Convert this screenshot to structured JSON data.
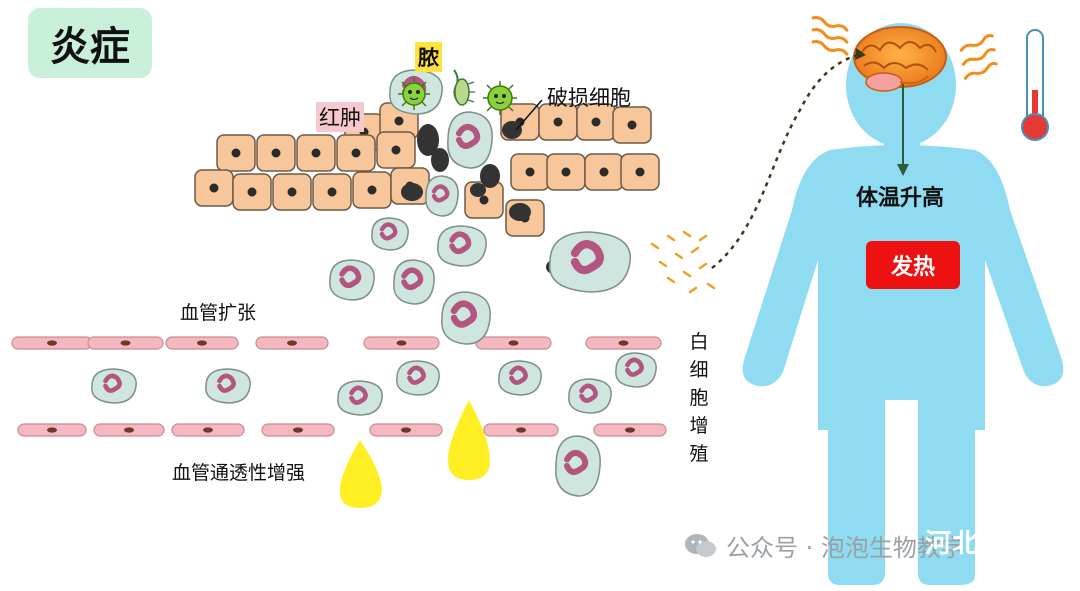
{
  "title": "炎症",
  "labels": {
    "pus": "脓",
    "redness": "红肿",
    "damaged_cells": "破损细胞",
    "vasodilation": "血管扩张",
    "leukocyte_proliferation": "白细胞增殖",
    "permeability": "血管通透性增强",
    "temperature_rise": "体温升高",
    "fever": "发热"
  },
  "watermark": {
    "text": "公众号 · 泡泡生物教学",
    "logo": "河北"
  },
  "colors": {
    "title_bg": "#c9f0d8",
    "cell_fill": "#f7c79b",
    "body": "#8fdcf2",
    "brain": "#f28c28",
    "fever_bg": "#ee1111",
    "pus_label_bg": "#ffe23a",
    "redness_label_bg": "#f7c9cf",
    "fluid": "#ffee22",
    "vessel": "#f5b7c0",
    "leukocyte_fill": "#cfe5e0",
    "nucleus": "#b2557f"
  }
}
